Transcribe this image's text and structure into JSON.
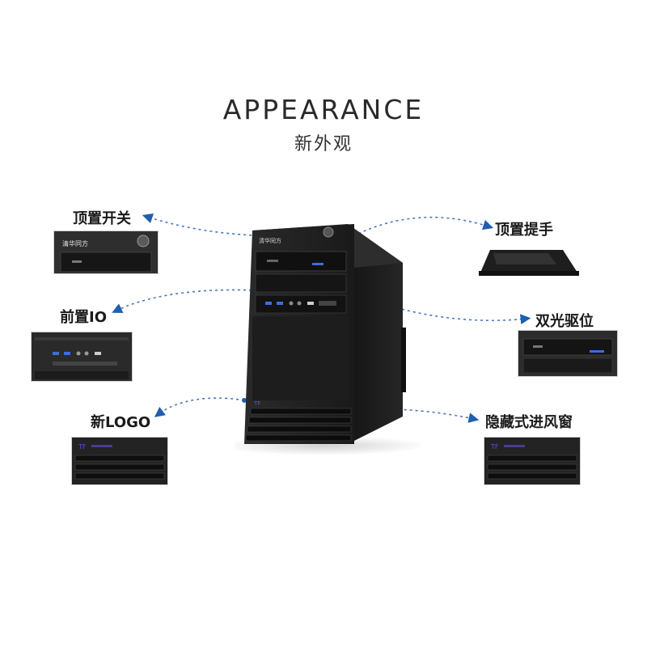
{
  "heading": {
    "title_en": "APPEARANCE",
    "title_cn": "新外观"
  },
  "features": {
    "top_switch": "顶置开关",
    "top_handle": "顶置提手",
    "front_io": "前置IO",
    "dual_optical_bay": "双光驱位",
    "new_logo": "新LOGO",
    "hidden_vent": "隐藏式进风窗"
  },
  "colors": {
    "arrow": "#1f5fae",
    "chassis": "#1e1e1e",
    "accent_led": "#3c6fd8",
    "logo_purple": "#6a4bd6"
  },
  "icons": [
    "power-button-icon",
    "usb-port-icon",
    "audio-jack-icon",
    "arrow-head-icon"
  ]
}
